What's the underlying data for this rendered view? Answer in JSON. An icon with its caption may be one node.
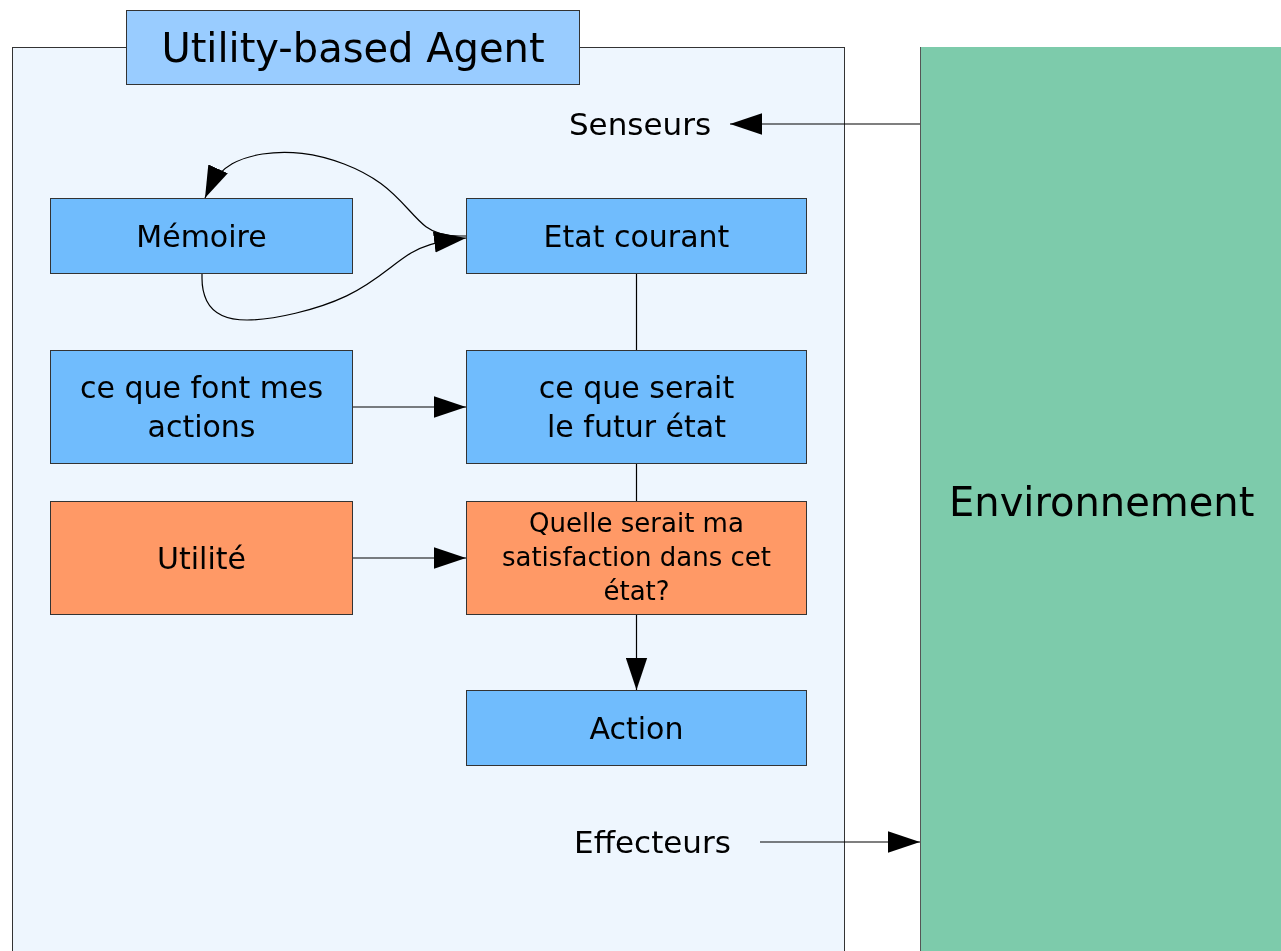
{
  "diagram": {
    "nodes": [
      {
        "text": [
          "Utility-based Agent"
        ]
      },
      {
        "text": [
          "Senseurs"
        ],
        "in": 0
      },
      {
        "text": [
          "Mémoire"
        ],
        "in": 0
      },
      {
        "text": [
          "Etat courant"
        ],
        "in": 0
      },
      {
        "text": [
          "ce que font mes actions"
        ],
        "in": 0
      },
      {
        "text": [
          "ce que serait le futur état"
        ],
        "in": 0
      },
      {
        "text": [
          "Utilité"
        ],
        "in": 0
      },
      {
        "text": [
          "Quelle serait ma satisfaction dans cet état?"
        ],
        "in": 0
      },
      {
        "text": [
          "Action"
        ],
        "in": 0
      },
      {
        "text": [
          "Effecteurs"
        ],
        "in": 0
      },
      {
        "text": [
          "Environnement"
        ]
      }
    ],
    "edges": [
      {
        "from": 10,
        "to": 1,
        "arrow": "to"
      },
      {
        "from": 3,
        "to": 2,
        "arrow": "to"
      },
      {
        "from": 2,
        "to": 3,
        "arrow": "to"
      },
      {
        "from": 3,
        "to": 5,
        "arrow": "none"
      },
      {
        "from": 4,
        "to": 5,
        "arrow": "to"
      },
      {
        "from": 5,
        "to": 7,
        "arrow": "none"
      },
      {
        "from": 6,
        "to": 7,
        "arrow": "to"
      },
      {
        "from": 7,
        "to": 8,
        "arrow": "to"
      },
      {
        "from": 9,
        "to": 10,
        "arrow": "to"
      }
    ]
  }
}
